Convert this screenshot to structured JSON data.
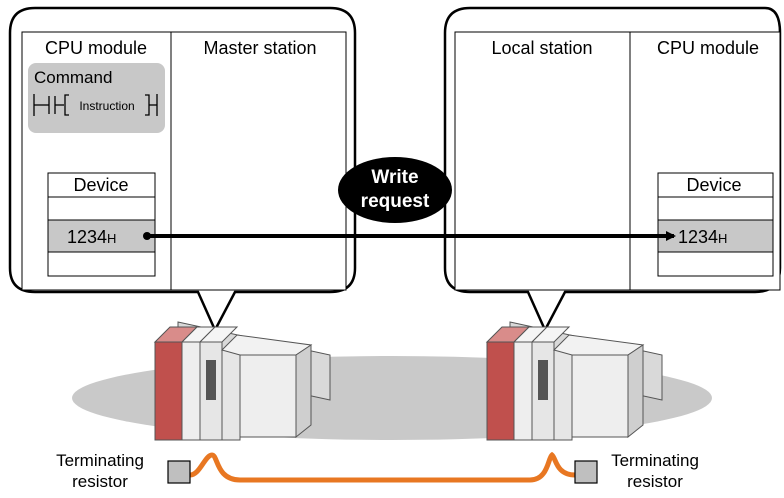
{
  "left_panel": {
    "col1_title": "CPU module",
    "col2_title": "Master station",
    "command_label": "Command",
    "instruction_text": "Instruction",
    "device_label": "Device",
    "device_value": "1234",
    "device_suffix": "H"
  },
  "right_panel": {
    "col1_title": "Local station",
    "col2_title": "CPU module",
    "device_label": "Device",
    "device_value": "1234",
    "device_suffix": "H"
  },
  "bubble": {
    "line1": "Write",
    "line2": "request"
  },
  "terminators": {
    "left_line1": "Terminating",
    "left_line2": "resistor",
    "right_line1": "Terminating",
    "right_line2": "resistor"
  },
  "colors": {
    "panel_border": "#000000",
    "command_box": "#c8c8c8",
    "device_highlight": "#c8c8c8",
    "ellipse_floor": "#c9c9c9",
    "cable": "#e87722",
    "plc_red": "#c0504d",
    "plc_gray": "#e6e6e6",
    "terminator_box": "#bfbfbf"
  }
}
